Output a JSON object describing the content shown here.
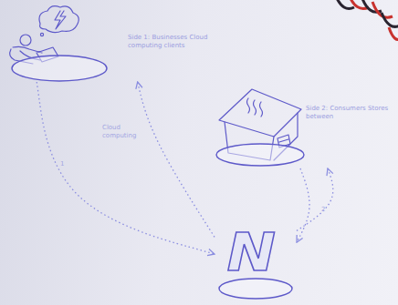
{
  "diagram": {
    "nodes": [
      {
        "text": [
          "Side 1: Businesses Cloud computing clients"
        ]
      },
      {
        "text": [
          "Side 2: Consumers Stores between"
        ]
      },
      {
        "text": [
          "N"
        ]
      }
    ],
    "edges": [
      {
        "from": 0,
        "to": 2,
        "arrow": "to"
      },
      {
        "from": 2,
        "to": 0,
        "arrow": "to",
        "label": "Cloud computing"
      },
      {
        "from": 1,
        "to": 2,
        "arrow": "to"
      },
      {
        "from": 2,
        "to": 1,
        "arrow": "to"
      }
    ],
    "labels": [
      "1",
      "2"
    ]
  }
}
